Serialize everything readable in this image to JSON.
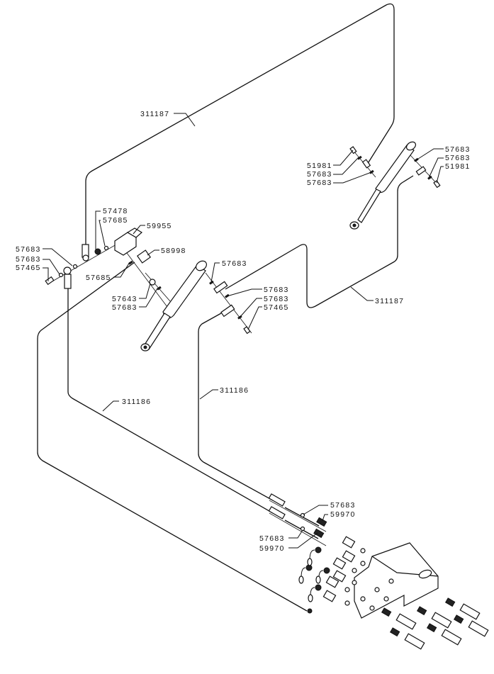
{
  "diagram": {
    "type": "exploded-parts-diagram",
    "subject": "hydraulic cylinder and hose assembly",
    "callouts": {
      "hose_top": "311187",
      "hose_right": "311187",
      "hose_left": "311186",
      "hose_middle": "311186",
      "r_51981_a": "51981",
      "r_57683_a": "57683",
      "r_57683_b": "57683",
      "r_57683_c": "57683",
      "r_57683_d": "57683",
      "r_51981_b": "51981",
      "l_57478": "57478",
      "l_57685_a": "57685",
      "l_59955": "59955",
      "l_57683_a": "57683",
      "l_57683_b": "57683",
      "l_57465": "57465",
      "l_58998": "58998",
      "l_57685_b": "57685",
      "m_57683_a": "57683",
      "m_57643": "57643",
      "m_57683_b": "57683",
      "m_57683_c": "57683",
      "m_57683_d": "57683",
      "m_57465": "57465",
      "v_57683_a": "57683",
      "v_59970_a": "59970",
      "v_57683_b": "57683",
      "v_59970_b": "59970"
    }
  }
}
